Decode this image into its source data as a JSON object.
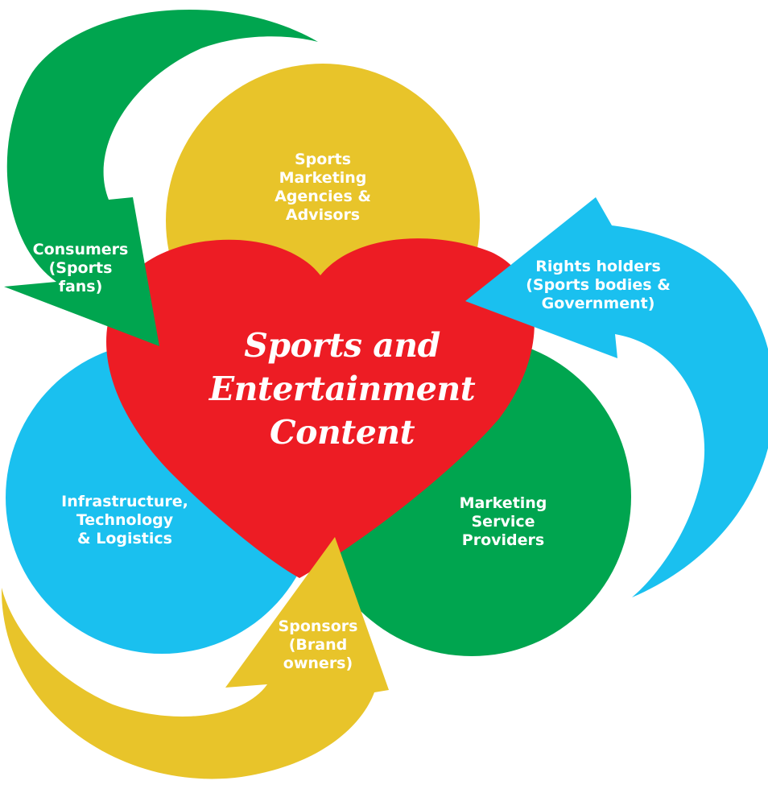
{
  "colors": {
    "red": "#ed1c24",
    "yellow": "#e8c42a",
    "green": "#00a54f",
    "blue": "#1ac0ef",
    "text": "#ffffff"
  },
  "center": {
    "lines": [
      "Sports and",
      "Entertainment",
      "Content"
    ]
  },
  "nodes": {
    "agencies": {
      "lines": [
        "Sports",
        "Marketing",
        "Agencies &",
        "Advisors"
      ]
    },
    "consumers": {
      "lines": [
        "Consumers",
        "(Sports",
        "fans)"
      ]
    },
    "rights_holders": {
      "lines": [
        "Rights holders",
        "(Sports bodies &",
        "Government)"
      ]
    },
    "infrastructure": {
      "lines": [
        "Infrastructure,",
        "Technology",
        "& Logistics"
      ]
    },
    "marketing_service": {
      "lines": [
        "Marketing",
        "Service",
        "Providers"
      ]
    },
    "sponsors": {
      "lines": [
        "Sponsors",
        "(Brand",
        "owners)"
      ]
    }
  }
}
